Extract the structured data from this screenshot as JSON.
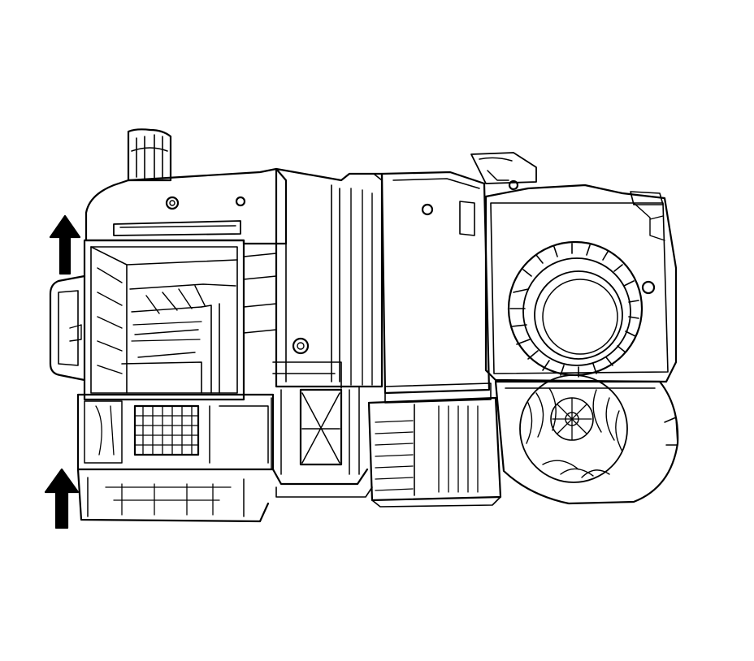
{
  "figure": {
    "subject": "hvac-module-assembly",
    "background_color": "#ffffff",
    "ink_color": "#000000",
    "arrows": [
      {
        "name": "lift-arrow-upper",
        "direction": "up"
      },
      {
        "name": "lift-arrow-lower",
        "direction": "up"
      }
    ],
    "icons": [
      "up-arrow-icon",
      "blower-motor-icon",
      "fastener-icon"
    ]
  }
}
